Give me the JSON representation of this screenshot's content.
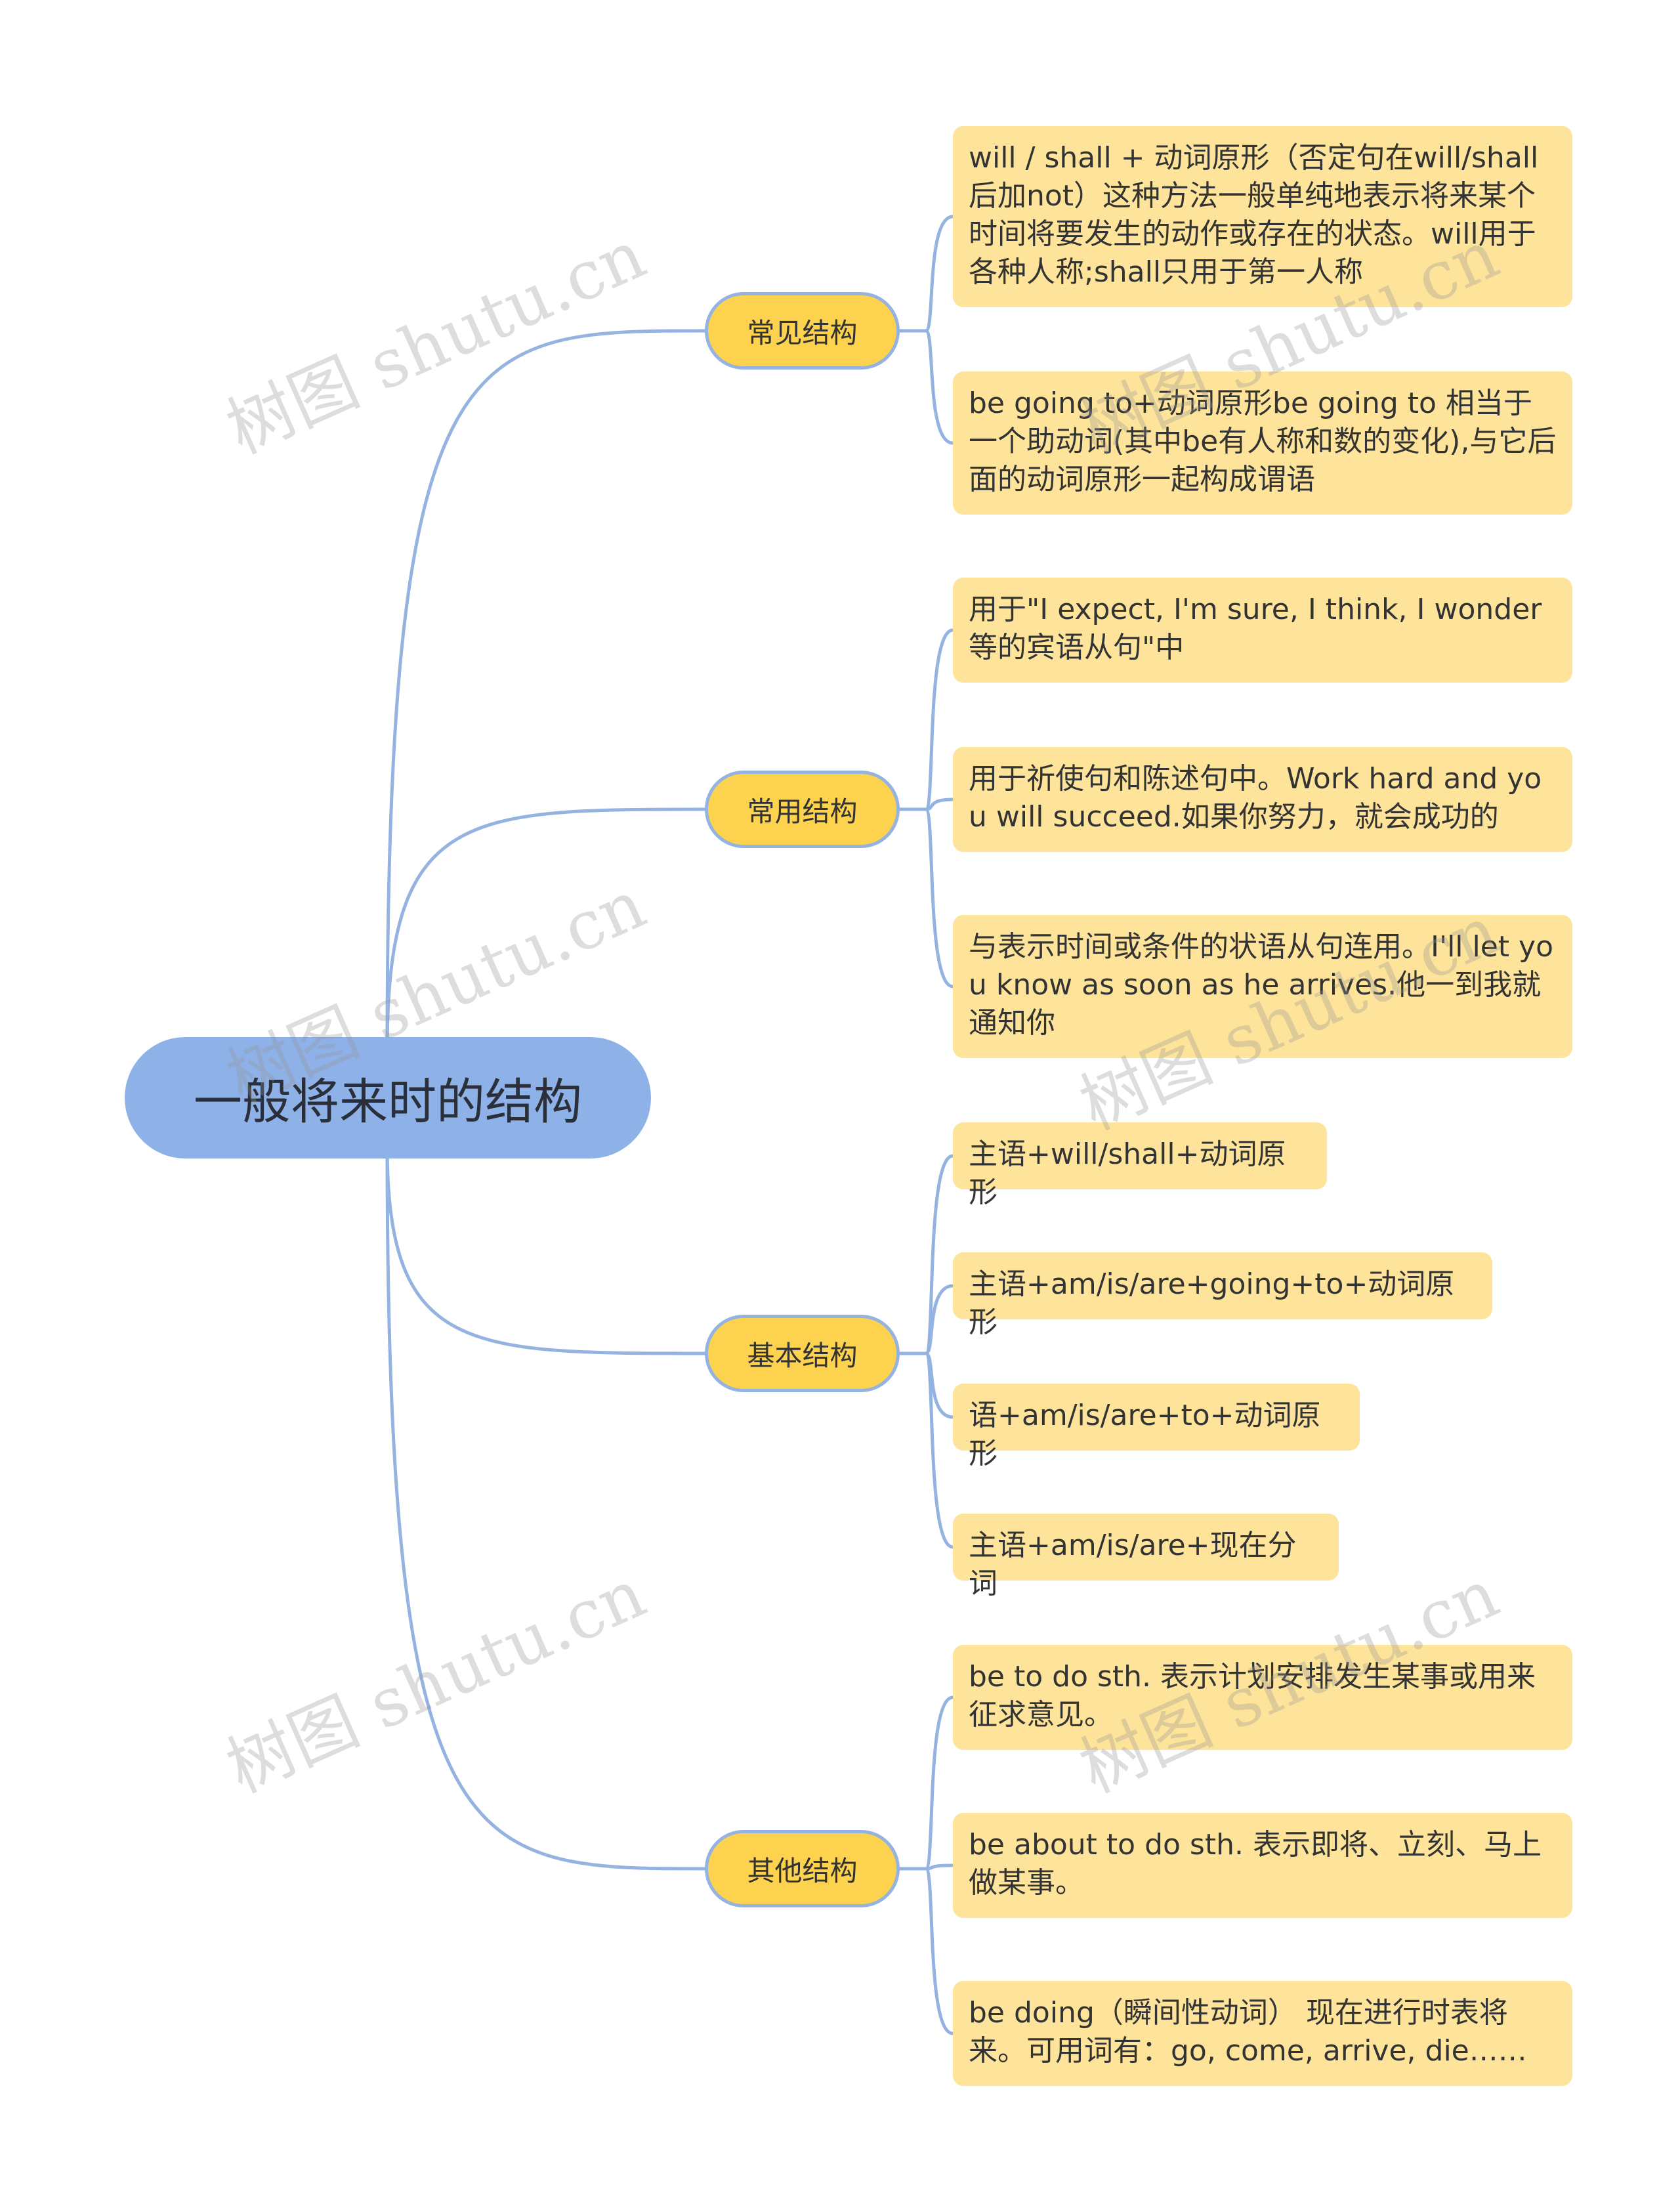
{
  "root": {
    "label": "一般将来时的结构"
  },
  "branches": [
    {
      "label": "常见结构",
      "leaves": [
        "will / shall + 动词原形（否定句在will/shall后加not）这种方法一般单纯地表示将来某个时间将要发生的动作或存在的状态。will用于各种人称;shall只用于第一人称",
        "be going to+动词原形be going to 相当于一个助动词(其中be有人称和数的变化),与它后面的动词原形一起构成谓语"
      ]
    },
    {
      "label": "常用结构",
      "leaves": [
        "用于\"I expect, I'm sure, I think, I wonder等的宾语从句\"中",
        "用于祈使句和陈述句中。Work hard and you will succeed.如果你努力，就会成功的",
        "与表示时间或条件的状语从句连用。I'll let you know as soon as he arrives.他一到我就通知你"
      ]
    },
    {
      "label": "基本结构",
      "leaves": [
        "主语+will/shall+动词原形",
        "主语+am/is/are+going+to+动词原形",
        "语+am/is/are+to+动词原形",
        "主语+am/is/are+现在分词"
      ]
    },
    {
      "label": "其他结构",
      "leaves": [
        "be to do sth. 表示计划安排发生某事或用来征求意见。",
        "be about to do sth. 表示即将、立刻、马上做某事。",
        "be doing（瞬间性动词） 现在进行时表将来。可用词有：go, come, arrive, die……"
      ]
    }
  ],
  "watermark": "树图 shutu.cn",
  "colors": {
    "root": "#8eb1e8",
    "branch": "#fdd24f",
    "leaf": "#fee49a",
    "line": "#95b3e0"
  }
}
